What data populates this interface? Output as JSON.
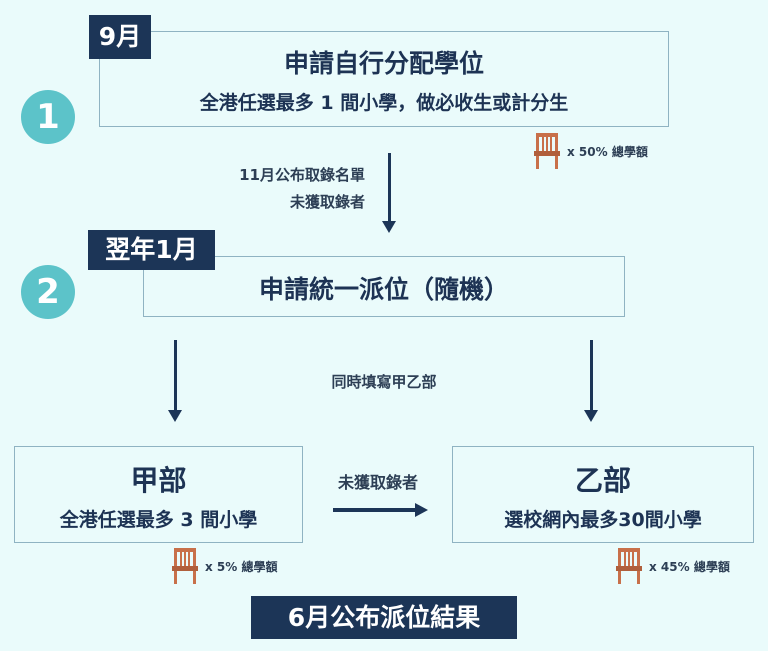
{
  "step1": {
    "number": "1",
    "month": "9月",
    "title": "申請自行分配學位",
    "subtitle": "全港任選最多 1 間小學，做必收生或計分生",
    "quota": "x 50% 總學額"
  },
  "transition1": {
    "line1": "11月公布取錄名單",
    "line2": "未獲取錄者"
  },
  "step2": {
    "number": "2",
    "month": "翌年1月",
    "title": "申請統一派位（隨機）"
  },
  "simultaneous": "同時填寫甲乙部",
  "partA": {
    "title": "甲部",
    "subtitle": "全港任選最多 3 間小學",
    "quota": "x 5% 總學額"
  },
  "partB": {
    "title": "乙部",
    "subtitle": "選校網內最多30間小學",
    "quota": "x 45% 總學額"
  },
  "transitionAB": "未獲取錄者",
  "result": "6月公布派位結果",
  "colors": {
    "navy": "#1c3557",
    "teal": "#5cc3c9",
    "chair": "#c8704a",
    "background": "#eafbfb"
  }
}
